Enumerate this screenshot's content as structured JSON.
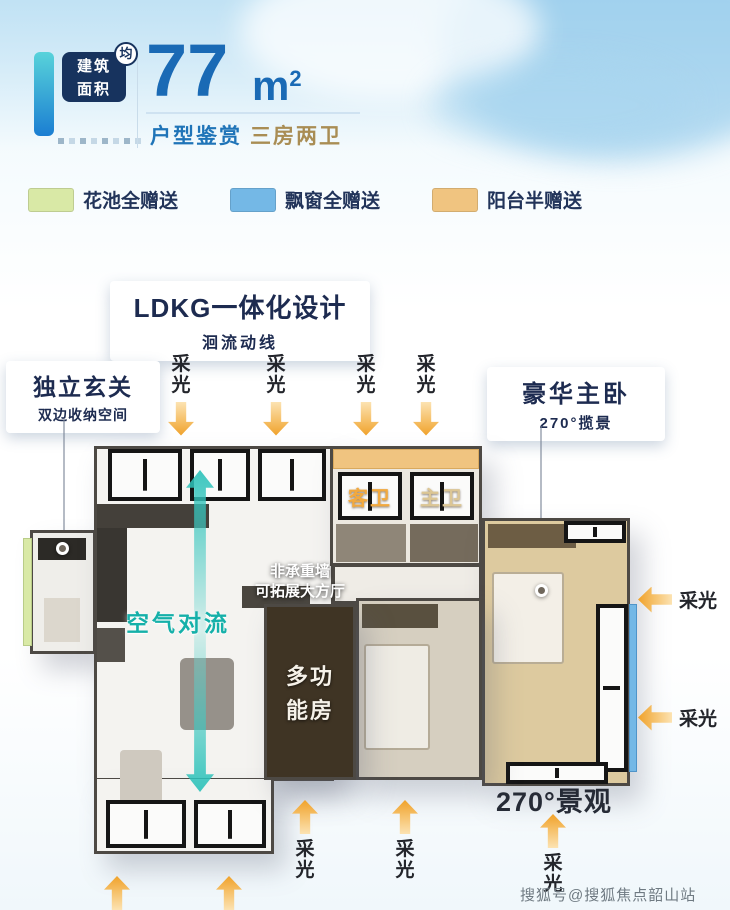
{
  "colors": {
    "accent_blue": "#1a6ab5",
    "navy": "#17335e",
    "gold": "#a98d54",
    "teal": "#15b0a9",
    "arrow_orange": "#f0a22a"
  },
  "header": {
    "badge": {
      "line1": "建筑",
      "line2": "面积",
      "tag": "均"
    },
    "area_value": "77",
    "area_unit": "m",
    "area_sup": "2",
    "subtitle_left": "户型鉴赏",
    "subtitle_right": "三房两卫"
  },
  "legend": {
    "items": [
      {
        "label": "花池全赠送",
        "color": "#d9e9a6"
      },
      {
        "label": "飘窗全赠送",
        "color": "#74b8e6"
      },
      {
        "label": "阳台半赠送",
        "color": "#f0c480"
      }
    ]
  },
  "callouts": {
    "ldkg_title": "LDKG一体化设计",
    "ldkg_sub": "洄流动线",
    "entry_title": "独立玄关",
    "entry_sub": "双边收纳空间",
    "master_title": "豪华主卧",
    "master_sub": "270°揽景"
  },
  "daylight": "采光",
  "plan": {
    "guest_bath": "客卫",
    "master_bath": "主卫",
    "air_flow": "空气对流",
    "wall_note_line1": "非承重墙",
    "wall_note_line2": "可拓展大方厅",
    "multi_line1": "多功",
    "multi_line2": "能房",
    "view_label": "270°景观"
  },
  "watermark": "搜狐号@搜狐焦点韶山站"
}
